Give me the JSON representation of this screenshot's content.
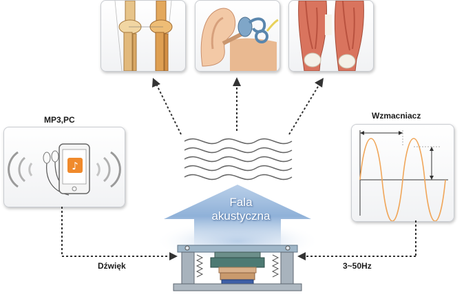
{
  "inputs": {
    "left_title": "MP3,PC",
    "right_title": "Wzmacniacz"
  },
  "flows": {
    "left_label": "Dźwięk",
    "right_label": "3~50Hz"
  },
  "wave": {
    "line1": "Fala",
    "line2": "akustyczna"
  },
  "targets": [
    "knee-bones",
    "ear-anatomy",
    "leg-muscles"
  ],
  "colors": {
    "arrow_blue": "#8fb1d8",
    "sine_orange": "#f0a65a",
    "app_orange": "#f08a2c",
    "arrow_dark": "#333333"
  }
}
